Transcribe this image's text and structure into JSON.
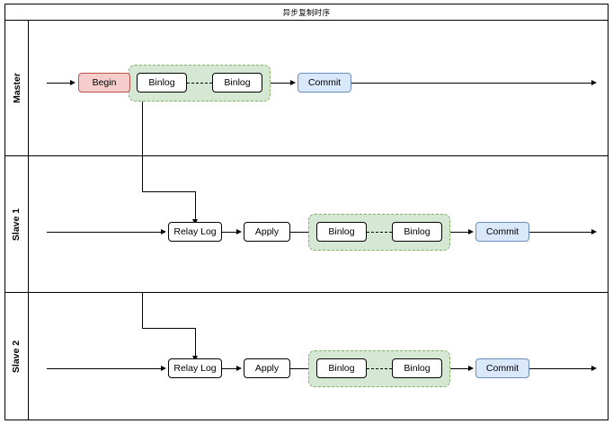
{
  "diagram": {
    "title": "异步复制时序",
    "type": "swimlane-sequence-diagram",
    "colors": {
      "begin_fill": "#f8cecc",
      "begin_stroke": "#b85450",
      "commit_fill": "#dae8fc",
      "commit_stroke": "#6c8ebf",
      "group_fill": "#d5e8d4",
      "group_stroke": "#82b366",
      "node_fill": "#ffffff",
      "node_stroke": "#000000",
      "line": "#000000"
    },
    "lanes": [
      {
        "id": "master",
        "label": "Master",
        "nodes": [
          {
            "id": "master-begin",
            "label": "Begin",
            "style": "begin"
          },
          {
            "id": "master-binlog-1",
            "label": "Binlog",
            "style": "binlog"
          },
          {
            "id": "master-binlog-2",
            "label": "Binlog",
            "style": "binlog"
          },
          {
            "id": "master-commit",
            "label": "Commit",
            "style": "commit"
          }
        ]
      },
      {
        "id": "slave-1",
        "label": "Slave 1",
        "nodes": [
          {
            "id": "slave1-relay-log",
            "label": "Relay Log",
            "style": "plain"
          },
          {
            "id": "slave1-apply",
            "label": "Apply",
            "style": "plain"
          },
          {
            "id": "slave1-binlog-1",
            "label": "Binlog",
            "style": "binlog"
          },
          {
            "id": "slave1-binlog-2",
            "label": "Binlog",
            "style": "binlog"
          },
          {
            "id": "slave1-commit",
            "label": "Commit",
            "style": "commit"
          }
        ]
      },
      {
        "id": "slave-2",
        "label": "Slave 2",
        "nodes": [
          {
            "id": "slave2-relay-log",
            "label": "Relay Log",
            "style": "plain"
          },
          {
            "id": "slave2-apply",
            "label": "Apply",
            "style": "plain"
          },
          {
            "id": "slave2-binlog-1",
            "label": "Binlog",
            "style": "binlog"
          },
          {
            "id": "slave2-binlog-2",
            "label": "Binlog",
            "style": "binlog"
          },
          {
            "id": "slave2-commit",
            "label": "Commit",
            "style": "commit"
          }
        ]
      }
    ]
  }
}
